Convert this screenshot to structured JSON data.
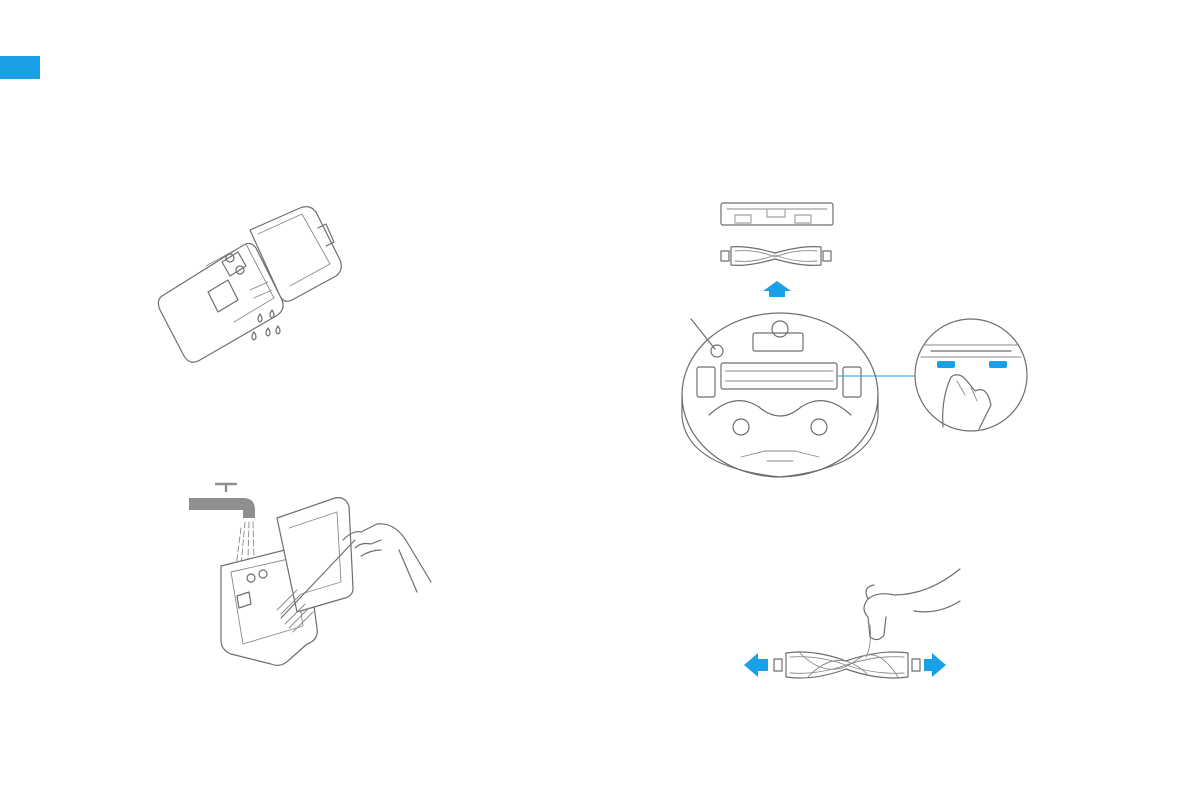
{
  "colors": {
    "accent": "#1aa0e6",
    "line": "#6e6e6e",
    "tap": "#8f8f8f"
  },
  "figures": [
    {
      "name": "dust-bin-open-draining",
      "icon": "dust-bin-icon"
    },
    {
      "name": "dust-bin-rinse-under-tap",
      "icon": "faucet-icon"
    },
    {
      "name": "main-brush-removal",
      "icon": "robot-underside-icon"
    },
    {
      "name": "main-brush-untangle-hair",
      "icon": "roller-brush-icon"
    }
  ]
}
